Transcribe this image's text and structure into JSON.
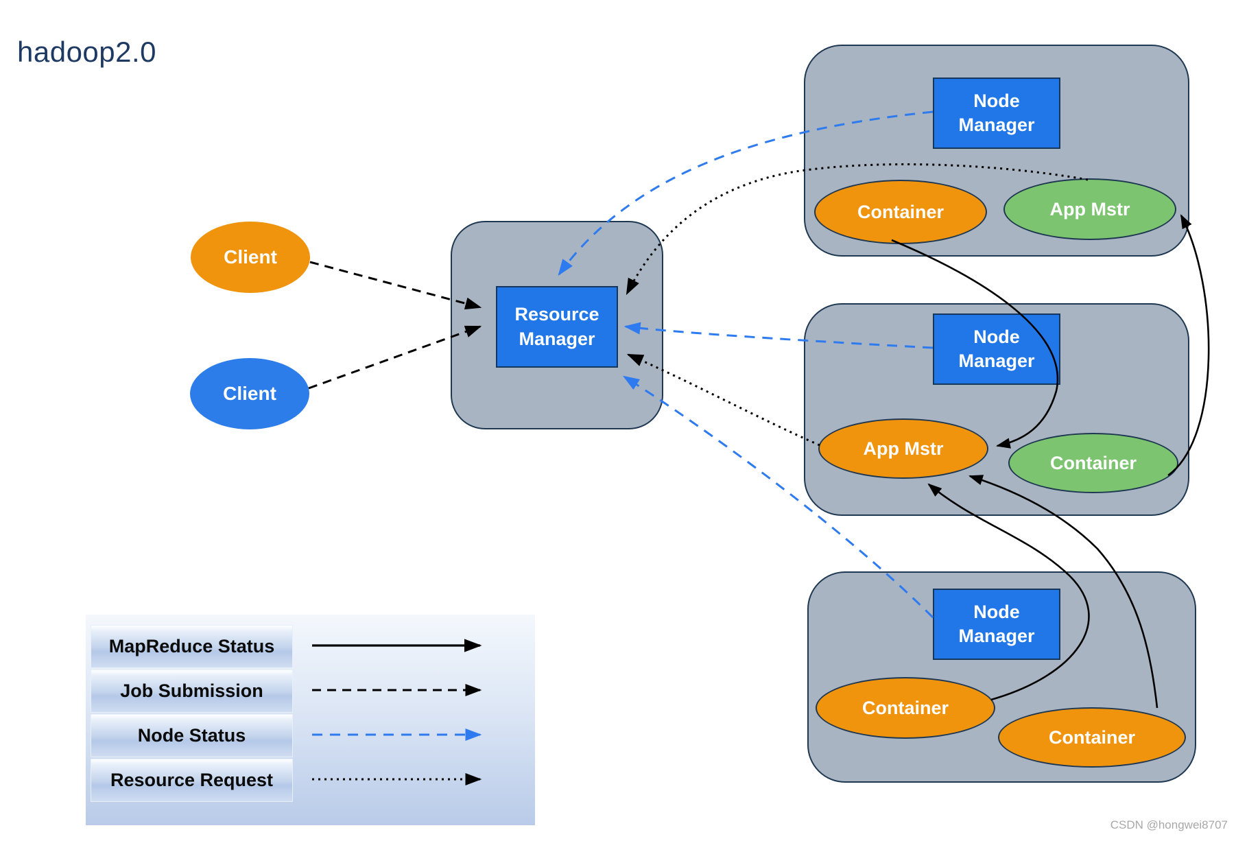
{
  "title": "hadoop2.0",
  "watermark": "CSDN @hongwei8707",
  "clients": [
    {
      "label": "Client",
      "color": "#F0930D"
    },
    {
      "label": "Client",
      "color": "#2C7CE9"
    }
  ],
  "resource_manager": {
    "label": "Resource Manager"
  },
  "nodes": [
    {
      "manager": "Node Manager",
      "left_ellipse": "Container",
      "left_color": "#F0930D",
      "right_ellipse": "App Mstr",
      "right_color": "#7CC46F"
    },
    {
      "manager": "Node Manager",
      "left_ellipse": "App Mstr",
      "left_color": "#F0930D",
      "right_ellipse": "Container",
      "right_color": "#7CC46F"
    },
    {
      "manager": "Node Manager",
      "left_ellipse": "Container",
      "left_color": "#F0930D",
      "right_ellipse": "Container",
      "right_color": "#F0930D"
    }
  ],
  "legend": {
    "items": [
      {
        "label": "MapReduce Status",
        "line_style": "solid",
        "color": "#000000"
      },
      {
        "label": "Job Submission",
        "line_style": "dashed",
        "color": "#000000"
      },
      {
        "label": "Node Status",
        "line_style": "dashed",
        "color": "#2E7BF0"
      },
      {
        "label": "Resource Request",
        "line_style": "dotted",
        "color": "#000000"
      }
    ]
  },
  "colors": {
    "node_group_fill": "#A9B4C2",
    "outline": "#1F3852",
    "manager_box_fill": "#2277E8",
    "orange": "#F0930D",
    "green": "#7CC46F",
    "client_blue": "#2C7CE9",
    "node_status_blue": "#2E7BF0",
    "title_text": "#1E3A62"
  }
}
